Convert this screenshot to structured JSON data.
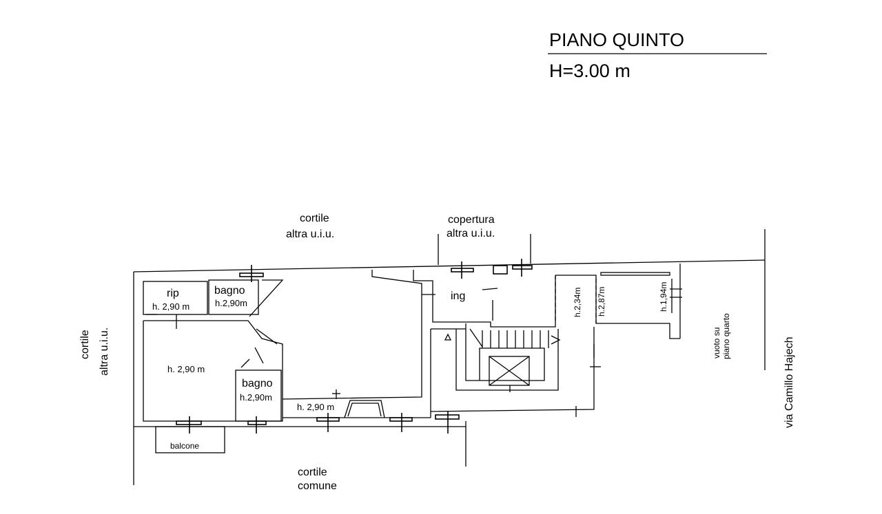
{
  "title": "PIANO QUINTO",
  "height_note": "H=3.00 m",
  "context": {
    "top_left_line1": "cortile",
    "top_left_line2": "altra u.i.u.",
    "top_right_line1": "copertura",
    "top_right_line2": "altra u.i.u.",
    "left_line1": "cortile",
    "left_line2": "altra u.i.u.",
    "bottom_line1": "cortile",
    "bottom_line2": "comune",
    "void_line1": "vuoto su",
    "void_line2": "piano quarto",
    "street": "via Camillo Hajech"
  },
  "rooms": {
    "rip": {
      "name": "rip",
      "height": "h. 2,90 m"
    },
    "bagno_top": {
      "name": "bagno",
      "height": "h.2,90m"
    },
    "ing": {
      "name": "ing"
    },
    "main_room": {
      "height": "h. 2,90 m"
    },
    "bagno_bottom": {
      "name": "bagno",
      "height": "h.2,90m"
    },
    "corridor": {
      "height": "h. 2,90 m"
    },
    "balcone": {
      "name": "balcone"
    },
    "attic_1": {
      "height": "h.2,34m"
    },
    "attic_2": {
      "height": "h.2,87m"
    },
    "attic_3": {
      "height": "h.1,94m"
    }
  }
}
